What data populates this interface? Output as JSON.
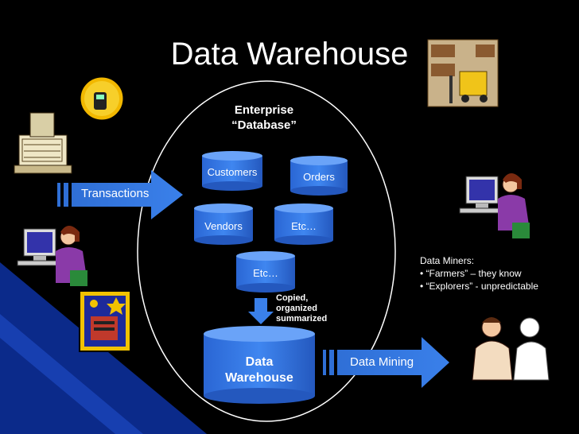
{
  "title": "Data Warehouse",
  "enterprise": {
    "line1": "Enterprise",
    "line2": "“Database”"
  },
  "databases": [
    "Customers",
    "Orders",
    "Vendors",
    "Etc…",
    "Etc…"
  ],
  "copied_note": [
    "Copied,",
    "organized",
    "summarized"
  ],
  "warehouse": {
    "line1": "Data",
    "line2": "Warehouse"
  },
  "arrows": {
    "transactions": "Transactions",
    "data_mining": "Data Mining"
  },
  "miners": {
    "heading": "Data Miners:",
    "items": [
      "• “Farmers” – they know",
      "• “Explorers” - unpredictable"
    ]
  },
  "colors": {
    "accent_blue": "#2f6fd6",
    "slash_blue": "#0b2a8a",
    "background": "#000000"
  },
  "icons": [
    "cash-register-icon",
    "cellphone-icon",
    "warehouse-forklift-icon",
    "woman-computer-icon",
    "woman-computer-icon",
    "fax-phone-icon",
    "businessmen-icon"
  ]
}
